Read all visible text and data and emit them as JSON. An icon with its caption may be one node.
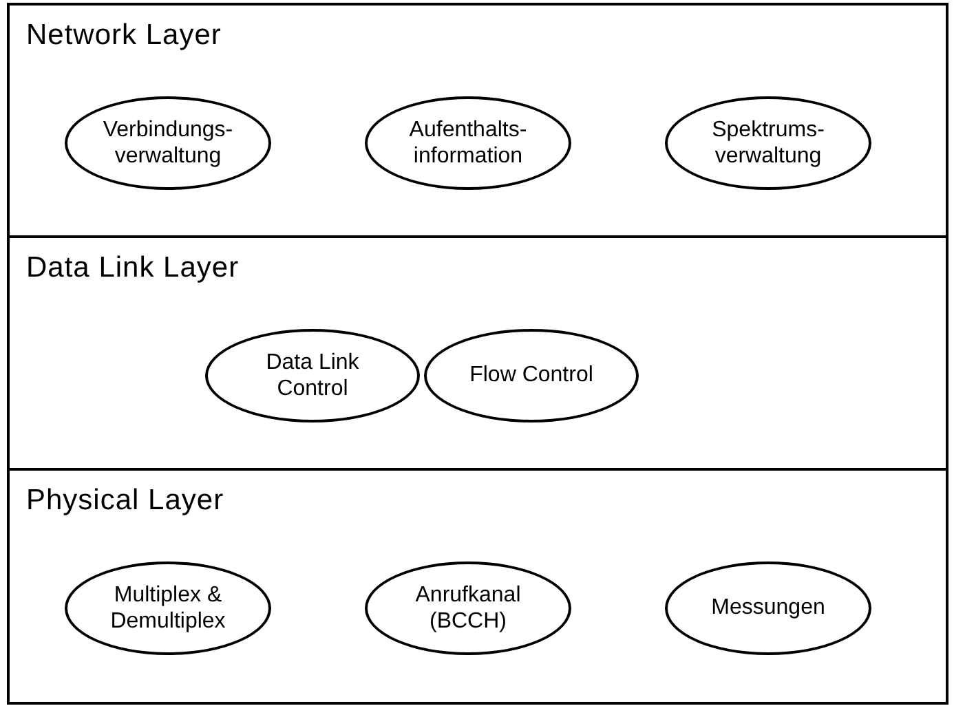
{
  "diagram": {
    "nodes": [
      {
        "text": [
          "Network Layer"
        ]
      },
      {
        "text": [
          "Verbindungs- verwaltung"
        ],
        "in": 0
      },
      {
        "text": [
          "Aufenthalts- information"
        ],
        "in": 0
      },
      {
        "text": [
          "Spektrums- verwaltung"
        ],
        "in": 0
      },
      {
        "text": [
          "Data Link Layer"
        ]
      },
      {
        "text": [
          "Data Link Control"
        ],
        "in": 4
      },
      {
        "text": [
          "Flow Control"
        ],
        "in": 4
      },
      {
        "text": [
          "Physical Layer"
        ]
      },
      {
        "text": [
          "Multiplex & Demultiplex"
        ],
        "in": 7
      },
      {
        "text": [
          "Anrufkanal (BCCH)"
        ],
        "in": 7
      },
      {
        "text": [
          "Messungen"
        ],
        "in": 7
      }
    ]
  }
}
